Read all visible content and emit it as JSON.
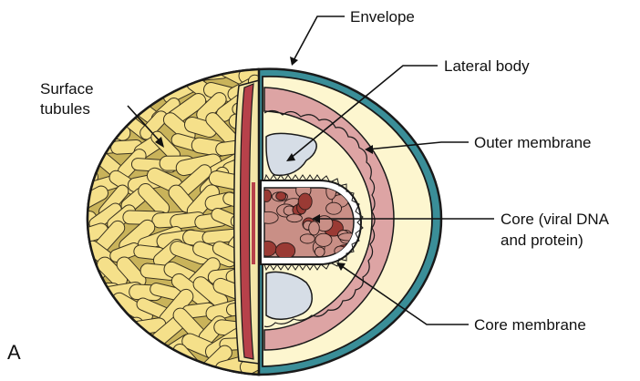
{
  "figure": {
    "panel_letter": "A",
    "labels": {
      "envelope": "Envelope",
      "lateral_body": "Lateral body",
      "surface_tubules_line1": "Surface",
      "surface_tubules_line2": "tubules",
      "outer_membrane": "Outer membrane",
      "core_line1": "Core (viral DNA",
      "core_line2": "and protein)",
      "core_membrane": "Core membrane"
    },
    "colors": {
      "tubule_fill": "#f5e08a",
      "tubule_stroke": "#3a3320",
      "tubule_background": "#c9b35a",
      "envelope_teal": "#3a8e98",
      "interior_cream": "#fdf6cf",
      "outer_membrane_pink": "#dda4a4",
      "lateral_body_blue": "#d6dde6",
      "core_red": "#9a3a34",
      "core_pink": "#c98f86",
      "wall_red": "#b7414a"
    }
  }
}
